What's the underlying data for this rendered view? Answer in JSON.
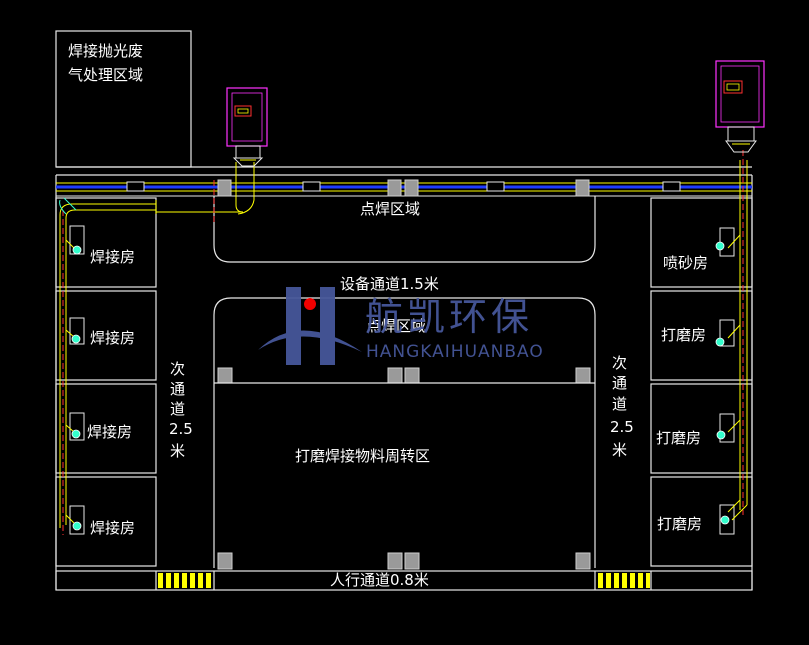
{
  "colors": {
    "background": "#000000",
    "wall": "#e8e8e8",
    "main_duct": "#1f3cff",
    "branch_duct": "#ffff00",
    "dashed_line": "#ff3030",
    "pink_unit": "#ff33ff",
    "column": "#9a9a9a",
    "cyan_outlet": "#33ffcc",
    "hatch": "#ffff00",
    "logo": "#46579a",
    "logo_dot": "#ff0000"
  },
  "labels": {
    "polishing_waste_gas_area": [
      "焊接抛光废",
      "气处理区域"
    ],
    "spot_welding_top": "点焊区域",
    "equipment_aisle": "设备通道1.5米",
    "spot_welding_mid": "点焊区域",
    "left_aisle": [
      "次",
      "通",
      "道",
      "2.5",
      "米"
    ],
    "right_aisle": [
      "次",
      "通",
      "道",
      "2.5",
      "米"
    ],
    "material_turnover": "打磨焊接物料周转区",
    "pedestrian_aisle": "人行通道0.8米"
  },
  "rooms_left": [
    "焊接房",
    "焊接房",
    "焊接房",
    "焊接房"
  ],
  "rooms_right": [
    "喷砂房",
    "打磨房",
    "打磨房",
    "打磨房"
  ],
  "logo": {
    "chinese": "航凯环保",
    "english": "HANGKAIHUANBAO",
    "icon": "letter-h-logo-icon"
  }
}
